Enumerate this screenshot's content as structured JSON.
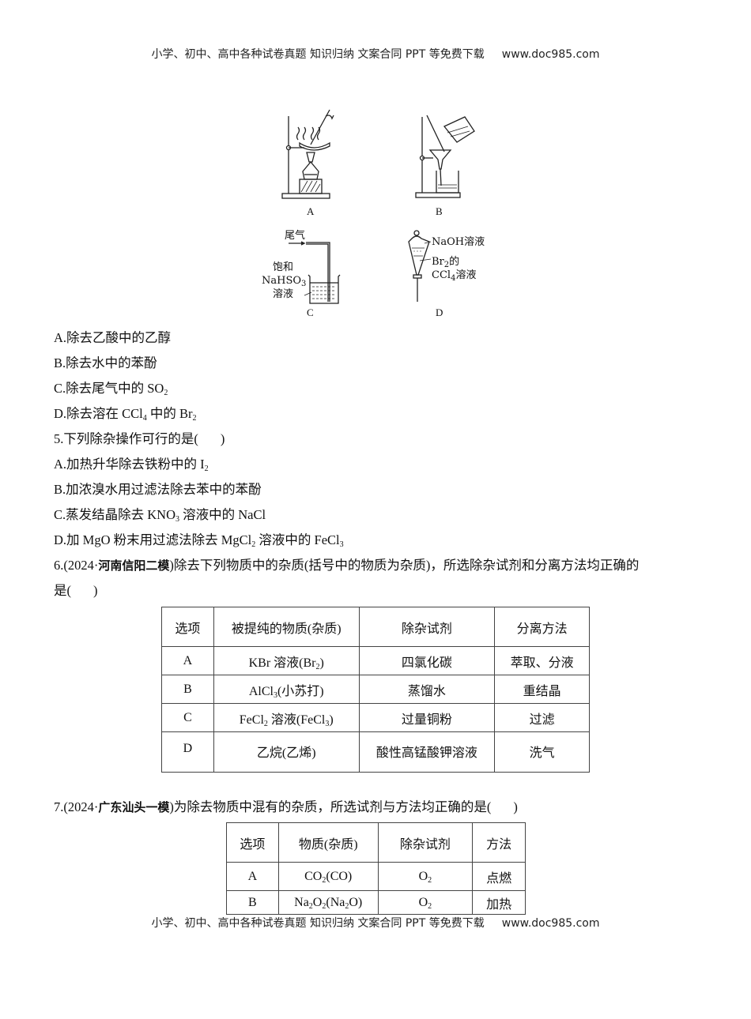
{
  "header": {
    "banner_text": "小学、初中、高中各种试卷真题  知识归纳  文案合同  PPT 等免费下载",
    "url": "www.doc985.com"
  },
  "figure": {
    "labels": [
      "A",
      "B",
      "C",
      "D"
    ],
    "c_gas_label": "尾气",
    "c_solution_label_1": "饱和",
    "c_solution_label_2": "NaHSO",
    "c_solution_label_2_sub": "3",
    "c_solution_label_3": "溶液",
    "d_top_label": "NaOH溶液",
    "d_bottom_label_1": "Br",
    "d_bottom_label_1_sub": "2",
    "d_bottom_label_1_suffix": "的",
    "d_bottom_label_2": "CCl",
    "d_bottom_label_2_sub": "4",
    "d_bottom_label_2_suffix": "溶液"
  },
  "q4_options": [
    {
      "text": "A.除去乙酸中的乙醇"
    },
    {
      "text": "B.除去水中的苯酚"
    },
    {
      "text": "C.除去尾气中的 SO",
      "sub": "2"
    },
    {
      "pre": "D.除去溶在 CCl",
      "sub1": "4",
      "mid": " 中的 Br",
      "sub2": "2"
    }
  ],
  "q5": {
    "stem": "5.下列除杂操作可行的是(",
    "stem_end": ")",
    "options": {
      "A_pre": "A.加热升华除去铁粉中的 I",
      "A_sub": "2",
      "B": "B.加浓溴水用过滤法除去苯中的苯酚",
      "C_pre": "C.蒸发结晶除去 KNO",
      "C_sub": "3",
      "C_post": " 溶液中的 NaCl",
      "D_pre": "D.加 MgO 粉末用过滤法除去 MgCl",
      "D_sub": "2",
      "D_mid": " 溶液中的 FeCl",
      "D_sub2": "3"
    }
  },
  "q6": {
    "number": "6.(2024·",
    "source_bold": "河南信阳二模",
    "stem_rest": ")除去下列物质中的杂质(括号中的物质为杂质)，所选除杂试剂和分离方法均正确的",
    "stem_line2": "是(",
    "stem_end": ")",
    "table": {
      "headers": [
        "选项",
        "被提纯的物质(杂质)",
        "除杂试剂",
        "分离方法"
      ],
      "rows": [
        {
          "option": "A",
          "substance_pre": "KBr 溶液(Br",
          "substance_sub": "2",
          "substance_post": ")",
          "reagent": "四氯化碳",
          "method": "萃取、分液"
        },
        {
          "option": "B",
          "substance_pre": "AlCl",
          "substance_sub": "3",
          "substance_post": "(小苏打)",
          "reagent": "蒸馏水",
          "method": "重结晶"
        },
        {
          "option": "C",
          "substance_pre": "FeCl",
          "substance_sub": "2",
          "substance_mid": " 溶液(FeCl",
          "substance_sub2": "3",
          "substance_post": ")",
          "reagent": "过量铜粉",
          "method": "过滤"
        },
        {
          "option": "D",
          "substance_pre": "乙烷(乙烯)",
          "reagent": "酸性高锰酸钾溶液",
          "method": "洗气"
        }
      ]
    }
  },
  "q7": {
    "number": "7.(2024·",
    "source_bold": "广东汕头一模",
    "stem_rest": ")为除去物质中混有的杂质，所选试剂与方法均正确的是(",
    "stem_end": ")",
    "table": {
      "headers": [
        "选项",
        "物质(杂质)",
        "除杂试剂",
        "方法"
      ],
      "rows": [
        {
          "option": "A",
          "s1": "CO",
          "s1_sub": "2",
          "s1_post": "(CO)",
          "reagent": "O",
          "reagent_sub": "2",
          "method": "点燃"
        },
        {
          "option": "B",
          "s1": "Na",
          "s1_sub": "2",
          "s1_mid": "O",
          "s1_sub2": "2",
          "s1_mid2": "(Na",
          "s1_sub3": "2",
          "s1_post": "O)",
          "reagent": "O",
          "reagent_sub": "2",
          "method": "加热"
        }
      ]
    }
  },
  "footer": {
    "banner_text": "小学、初中、高中各种试卷真题  知识归纳  文案合同  PPT 等免费下载",
    "url": "www.doc985.com"
  }
}
